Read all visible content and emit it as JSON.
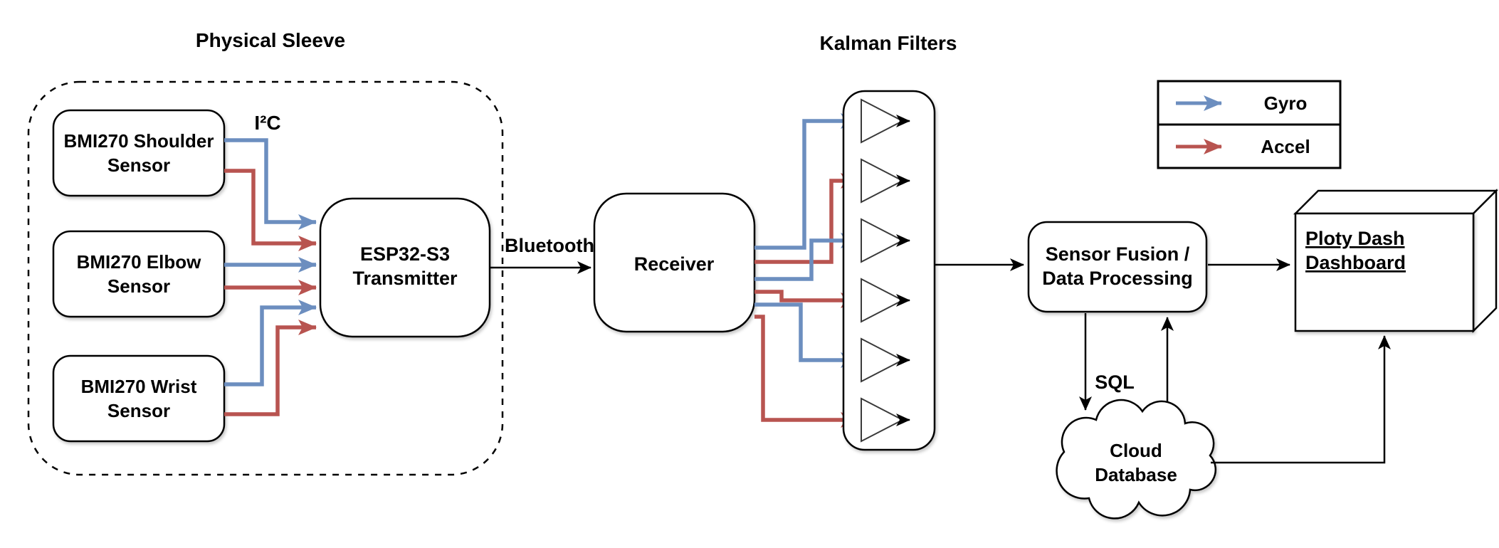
{
  "diagram": {
    "titles": {
      "physical_sleeve": "Physical Sleeve",
      "kalman_filters": "Kalman Filters"
    },
    "nodes": {
      "shoulder_sensor": {
        "line1": "BMI270 Shoulder",
        "line2": "Sensor"
      },
      "elbow_sensor": {
        "line1": "BMI270 Elbow",
        "line2": "Sensor"
      },
      "wrist_sensor": {
        "line1": "BMI270 Wrist",
        "line2": "Sensor"
      },
      "transmitter": {
        "line1": "ESP32-S3",
        "line2": "Transmitter"
      },
      "receiver": {
        "label": "Receiver"
      },
      "sensor_fusion": {
        "line1": "Sensor Fusion /",
        "line2": "Data Processing"
      },
      "dashboard": {
        "line1": "Ploty Dash",
        "line2": "Dashboard"
      },
      "cloud_database": {
        "line1": "Cloud",
        "line2": "Database"
      }
    },
    "edge_labels": {
      "i2c": "I²C",
      "bluetooth": "Bluetooth",
      "sql": "SQL"
    },
    "legend": {
      "gyro_label": "Gyro",
      "accel_label": "Accel"
    },
    "colors": {
      "gyro": "#6c8ebf",
      "accel": "#b85450",
      "line": "#000000"
    },
    "kalman_filter_count": 6
  }
}
